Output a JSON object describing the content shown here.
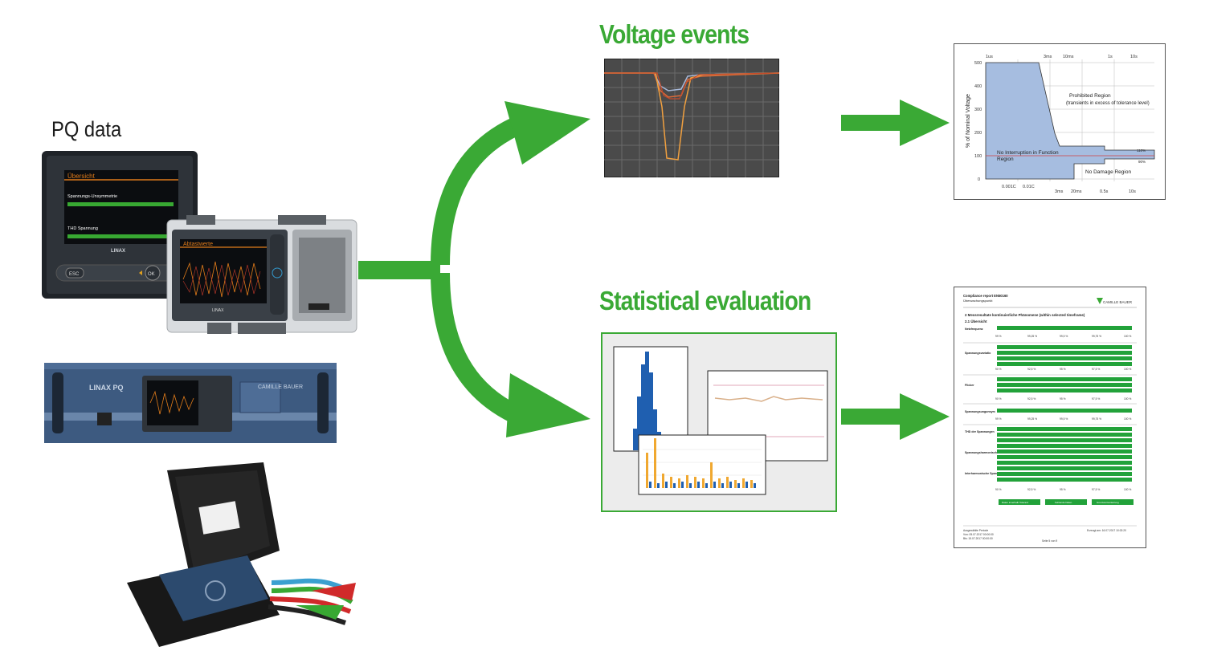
{
  "labels": {
    "pq_data": "PQ data",
    "voltage_events": "Voltage events",
    "statistical_evaluation": "Statistical evaluation"
  },
  "colors": {
    "accent_green": "#3aa935",
    "device_dark": "#2b2f36",
    "rack_blue": "#3d5a80",
    "case_black": "#1c1c1c"
  },
  "devices": {
    "panel_screen_title": "Übersicht",
    "panel_row1": "Spannungs-Unsymmetrie",
    "panel_row2": "THD Spannung",
    "panel_brand": "LINAX",
    "panel_esc": "ESC",
    "panel_ok": "OK",
    "din_screen_title": "Abtastwerte",
    "din_brand": "LINAX",
    "rack_brand": "LINAX PQ",
    "brand_name": "CAMILLE BAUER"
  },
  "itic": {
    "ylabel": "% of Nominal Voltage",
    "top_ticks": [
      "1us",
      "3ms",
      "10ms",
      "1s",
      "10s"
    ],
    "bottom_ticks": [
      "0.001C",
      "0.01C",
      "3ms",
      "20ms",
      "0.5s",
      "10s"
    ],
    "y_ticks": [
      "500",
      "400",
      "300",
      "200",
      "100",
      "0"
    ],
    "prohibited": "Prohibited Region",
    "prohibited_sub": "(transients in excess of tolerance level)",
    "no_interruption": "No Interruption in Function",
    "region": "Region",
    "no_damage": "No Damage Region",
    "pct110": "110%",
    "pct90": "90%"
  },
  "report": {
    "header1": "Compliance report EN50160",
    "header2": "Überwachungspunkt",
    "brand": "CAMILLE BAUER",
    "section": "2   Messresultate kontinuierliche Phänomene (within selected timeframe)",
    "subsection": "2.1  Übersicht",
    "groups": [
      "Netzfrequenz",
      "Spannungsvariatio",
      "Flicker",
      "Spannungsungunsym",
      "THD der Spannungen",
      "Spannungsharmonische",
      "Interharmonische Spannungen"
    ],
    "scale1": [
      "99 %",
      "99,25 %",
      "99,5 %",
      "99,75 %",
      "100 %"
    ],
    "scale2": [
      "90 %",
      "92,5 %",
      "95 %",
      "97,5 %",
      "100 %"
    ],
    "buttons": [
      "Daten innerhalb Toleranz",
      "Fehlende Daten",
      "Grenzwertverletzung"
    ],
    "footer_left": "Ausgewählte Periode",
    "footer_from": "Von:   05.07.2017 00:00:00",
    "footer_to": "Bis:    15.07.2017 00:00:00",
    "footer_right": "Erzeugt am: 16.07.2017 10:02:20",
    "page": "Seite 5 von 9"
  }
}
